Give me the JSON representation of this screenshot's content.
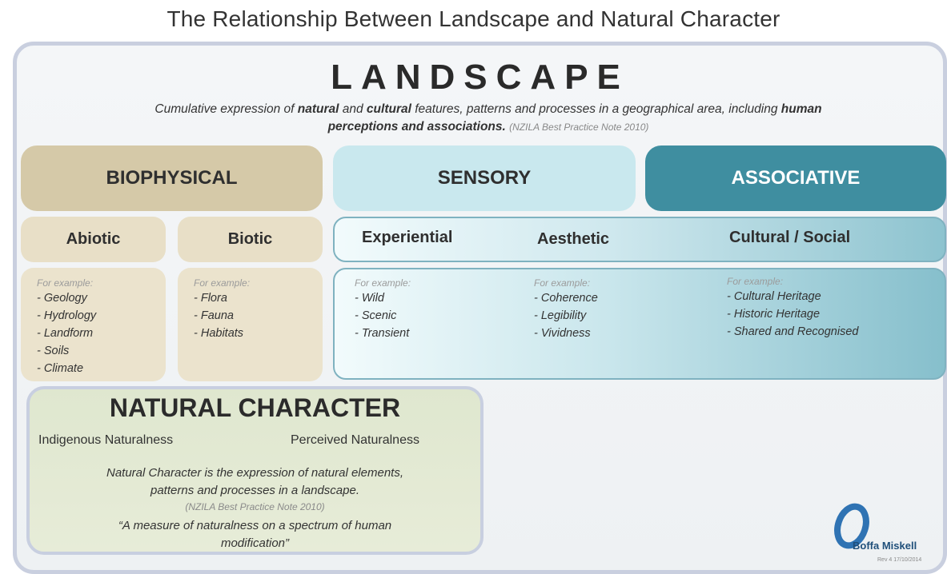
{
  "title": "The Relationship Between Landscape and Natural Character",
  "landscape": {
    "heading": "LANDSCAPE",
    "def_1": "Cumulative expression of ",
    "def_natural": "natural",
    "def_2": " and ",
    "def_cultural": "cultural",
    "def_3": " features, patterns and processes in a geographical area, including ",
    "def_human": "human",
    "def_4": " perceptions and associations.",
    "def_cite": "(NZILA Best Practice Note 2010)"
  },
  "columns": {
    "biophysical": "BIOPHYSICAL",
    "sensory": "SENSORY",
    "associative": "ASSOCIATIVE"
  },
  "subcolumns": {
    "abiotic": "Abiotic",
    "biotic": "Biotic",
    "experiential": "Experiential",
    "aesthetic": "Aesthetic",
    "cultural_social": "Cultural / Social"
  },
  "examples": {
    "abiotic": {
      "label": "For example:",
      "items": [
        "- Geology",
        "- Hydrology",
        "- Landform",
        "- Soils",
        "- Climate"
      ]
    },
    "biotic": {
      "label": "For example:",
      "items": [
        "- Flora",
        "- Fauna",
        "- Habitats"
      ]
    },
    "experiential": {
      "label": "For example:",
      "items": [
        "- Wild",
        "- Scenic",
        "- Transient"
      ]
    },
    "aesthetic": {
      "label": "For example:",
      "items": [
        "- Coherence",
        "- Legibility",
        "- Vividness"
      ]
    },
    "cultural_social": {
      "label": "For example:",
      "items": [
        "- Cultural Heritage",
        "- Historic Heritage",
        "- Shared and Recognised"
      ]
    }
  },
  "natural_character": {
    "heading": "NATURAL CHARACTER",
    "left_sub": "Indigenous Naturalness",
    "right_sub": "Perceived Naturalness",
    "def_line1": "Natural Character is the expression of natural elements,",
    "def_line2": "patterns and processes in a landscape.",
    "cite": "(NZILA Best Practice Note 2010)",
    "quote_line1": "“A measure of naturalness on a spectrum of human",
    "quote_line2": "modification”"
  },
  "logo": {
    "name": "Boffa Miskell",
    "small_text": "Rev 4 17/10/2014"
  }
}
